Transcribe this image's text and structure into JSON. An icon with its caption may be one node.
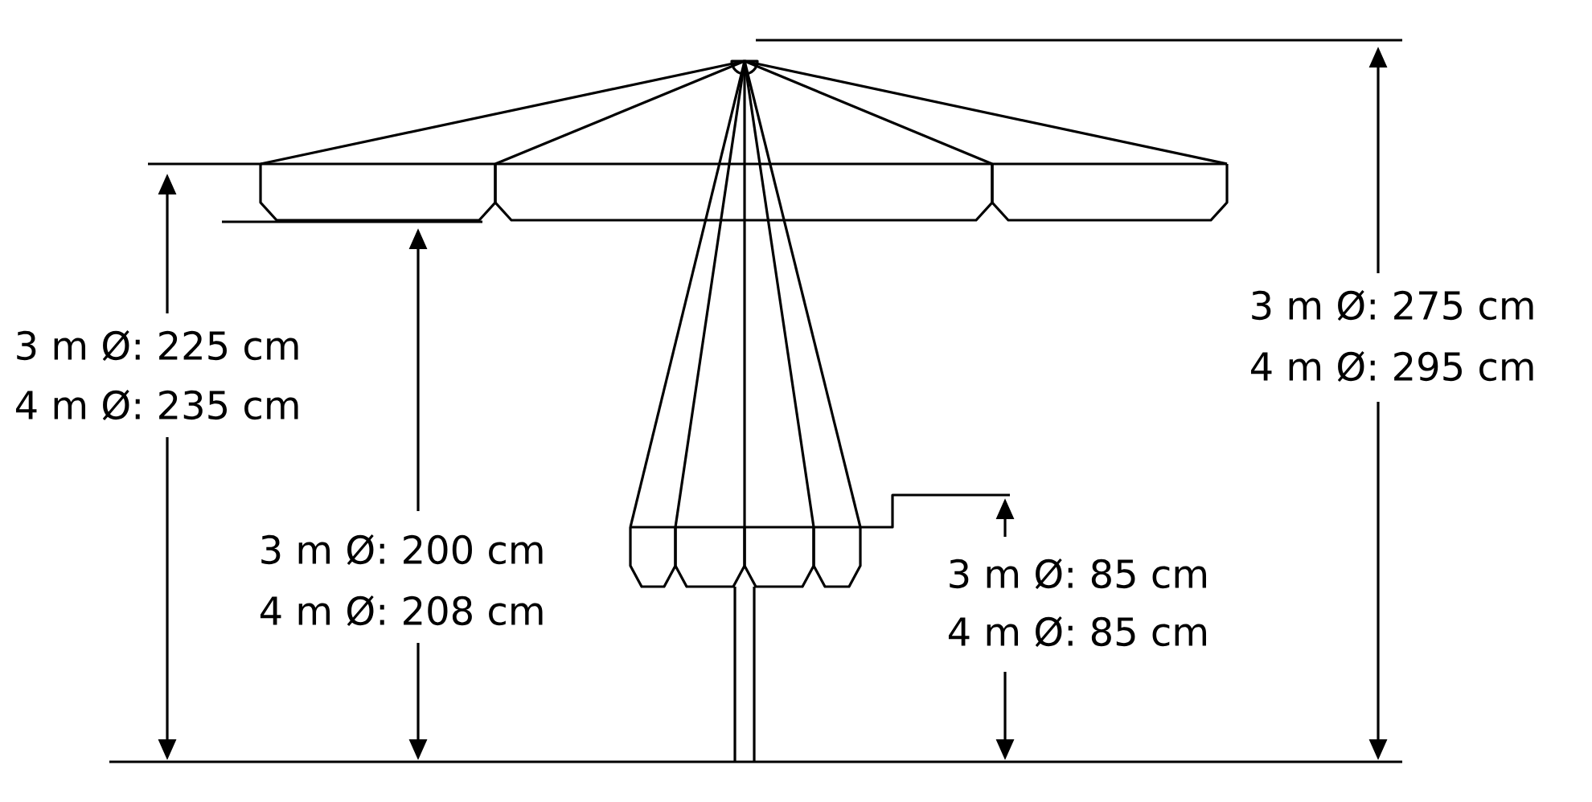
{
  "diagram": {
    "labels": [
      "3 m Ø: 275 cm",
      "4 m Ø: 295 cm",
      "3 m Ø: 225 cm",
      "4 m Ø: 235 cm",
      "3 m Ø: 200 cm",
      "4 m Ø: 208 cm",
      "3 m Ø: 85 cm",
      "4 m Ø: 85 cm"
    ]
  }
}
